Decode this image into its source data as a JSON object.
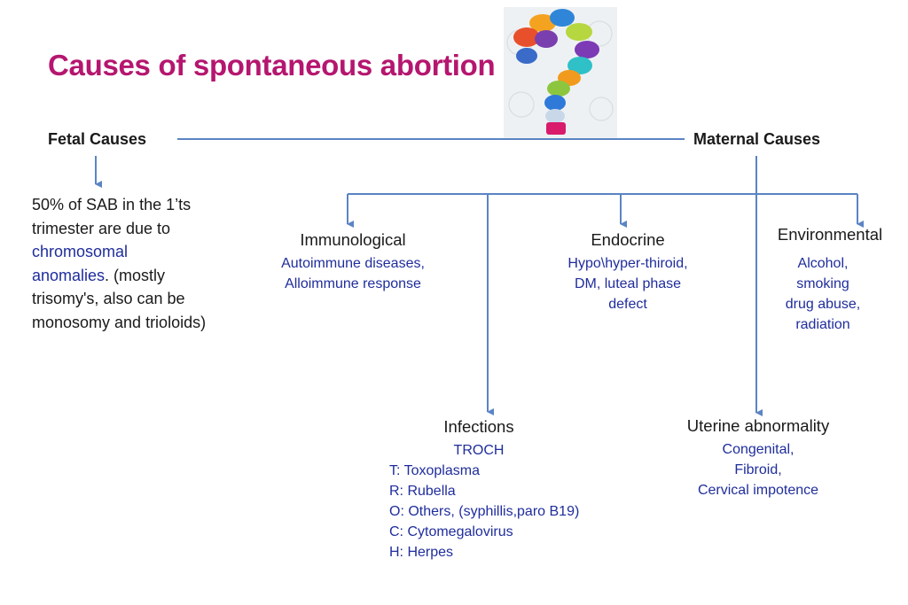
{
  "title": "Causes of spontaneous abortion",
  "fetal": {
    "heading": "Fetal Causes",
    "text_before": "50% of SAB in the 1’ts trimester are due to ",
    "highlight": "chromosomal anomalies",
    "text_after": ". (mostly trisomy's, also can be monosomy and trioloids)"
  },
  "maternal": {
    "heading": "Maternal Causes",
    "categories": [
      {
        "name": "Immunological",
        "details": [
          "Autoimmune diseases,",
          "Alloimmune response"
        ]
      },
      {
        "name": "Endocrine",
        "details": [
          "Hypo\\hyper-thiroid,",
          "DM, luteal phase",
          "defect"
        ]
      },
      {
        "name": "Environmental",
        "details": [
          "Alcohol,",
          "smoking",
          "drug abuse,",
          "radiation"
        ]
      },
      {
        "name": "Infections",
        "subheading": "TROCH",
        "details": [
          "T: Toxoplasma",
          "R: Rubella",
          "O: Others, (syphillis,paro B19)",
          "C: Cytomegalovirus",
          "H: Herpes"
        ]
      },
      {
        "name": "Uterine abnormality",
        "details": [
          "Congenital,",
          "Fibroid,",
          "Cervical impotence"
        ]
      }
    ]
  },
  "colors": {
    "title": "#b5166f",
    "connector": "#5b84c4",
    "detail_text": "#1f2d9c"
  },
  "icons": {
    "decoration": "question-mark-speech-bubbles-icon"
  }
}
